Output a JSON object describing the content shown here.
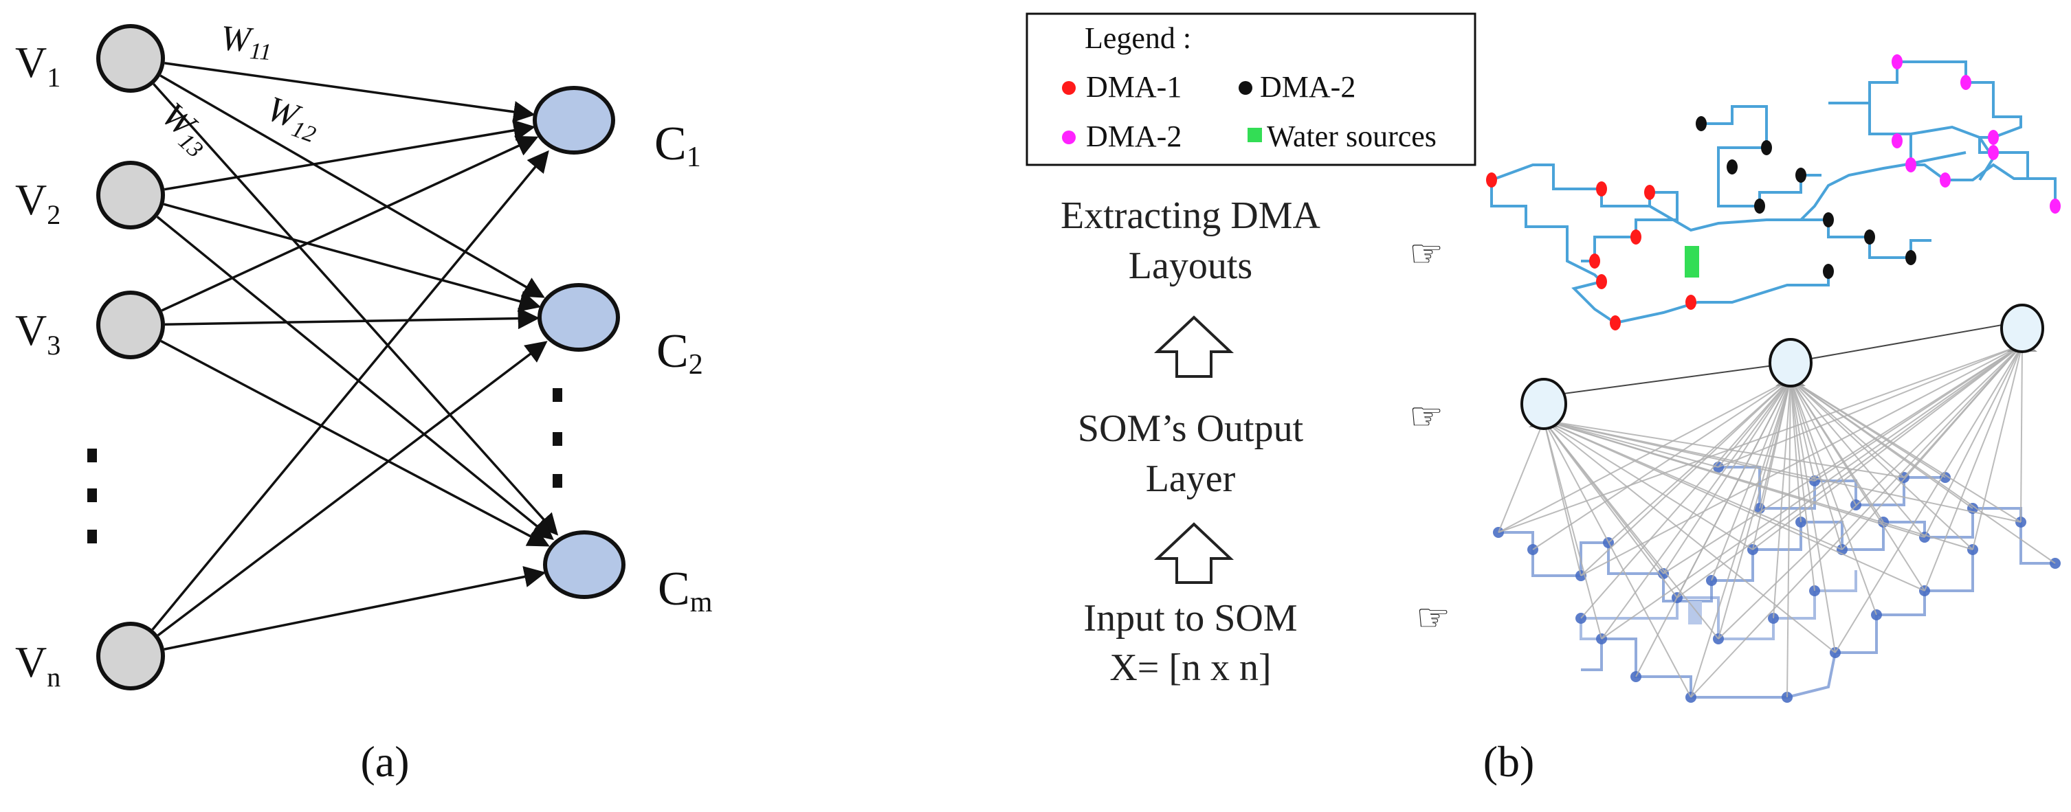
{
  "panel_a": {
    "inputs": [
      {
        "base": "V",
        "sub": "1"
      },
      {
        "base": "V",
        "sub": "2"
      },
      {
        "base": "V",
        "sub": "3"
      },
      {
        "base": "V",
        "sub": "n"
      }
    ],
    "outputs": [
      {
        "base": "C",
        "sub": "1"
      },
      {
        "base": "C",
        "sub": "2"
      },
      {
        "base": "C",
        "sub": "m"
      }
    ],
    "weights": [
      {
        "base": "W",
        "sub": "11"
      },
      {
        "base": "W",
        "sub": "12"
      },
      {
        "base": "W",
        "sub": "13"
      }
    ],
    "caption": "(a)",
    "colors": {
      "input_node": "#d3d3d3",
      "output_node": "#b4c7e7",
      "stroke": "#111111"
    }
  },
  "panel_b": {
    "legend": {
      "title": "Legend :",
      "items": [
        {
          "label": "DMA-1",
          "color": "#ff1a1a",
          "shape": "dot"
        },
        {
          "label": "DMA-2",
          "color": "#111111",
          "shape": "dot"
        },
        {
          "label": "DMA-2",
          "color": "#ff22ff",
          "shape": "dot"
        },
        {
          "label": "Water sources",
          "color": "#33dd55",
          "shape": "square"
        }
      ]
    },
    "steps": {
      "extract_line1": "Extracting DMA",
      "extract_line2": "Layouts",
      "som_line1": "SOM’s Output",
      "som_line2": "Layer",
      "input_line1": "Input to SOM",
      "input_line2": "X= [n x n]"
    },
    "pointer_icon": "☞",
    "caption": "(b)",
    "colors": {
      "pipe": "#4aa3d9",
      "input_pipe": "#6e8fd0",
      "input_node": "#4a6fc4",
      "som_node": "#e6f3fb",
      "link": "#b0b0b0"
    }
  }
}
